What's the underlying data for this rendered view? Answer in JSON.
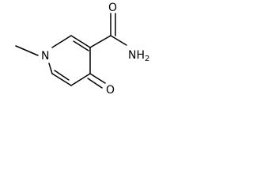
{
  "molecule": {
    "atoms": {
      "ring_n": "N",
      "ketone_o": "O",
      "amide_o": "O",
      "amide_n": "NH",
      "amide_n_sub": "2"
    }
  }
}
